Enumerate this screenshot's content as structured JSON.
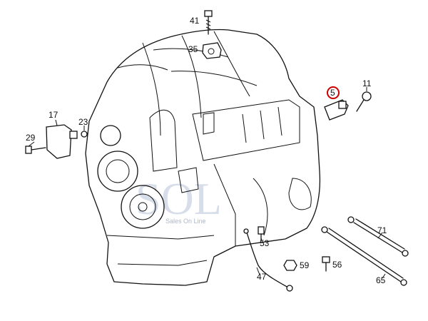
{
  "labels": {
    "p41": "41",
    "p35": "35",
    "p5": "5",
    "p11": "11",
    "p17": "17",
    "p23": "23",
    "p29": "29",
    "p71": "71",
    "p53": "53",
    "p59": "59",
    "p56": "56",
    "p47": "47",
    "p65": "65"
  },
  "highlight": {
    "part": "5",
    "color": "#cc0000"
  },
  "watermark": {
    "logo": "SOL",
    "text": "Sales On Line"
  }
}
